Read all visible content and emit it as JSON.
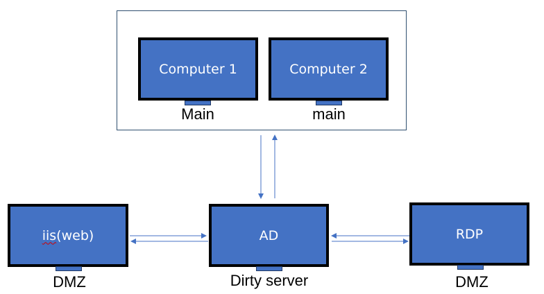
{
  "group": {
    "computer1": {
      "screen": "Computer 1",
      "caption": "Main"
    },
    "computer2": {
      "screen": "Computer 2",
      "caption": "main"
    }
  },
  "nodes": {
    "iis": {
      "screen_prefix": "iis",
      "screen_suffix": "(web)",
      "caption": "DMZ"
    },
    "ad": {
      "screen": "AD",
      "caption": "Dirty server"
    },
    "rdp": {
      "screen": "RDP",
      "caption": "DMZ"
    }
  },
  "colors": {
    "monitor_fill": "#4472c4",
    "monitor_bezel": "#000000",
    "connector": "#4472c4",
    "group_border": "#2f4f6f"
  },
  "connections": [
    {
      "from": "group",
      "to": "ad",
      "bidirectional": true
    },
    {
      "from": "iis",
      "to": "ad",
      "bidirectional": true
    },
    {
      "from": "ad",
      "to": "rdp",
      "bidirectional": true
    }
  ]
}
